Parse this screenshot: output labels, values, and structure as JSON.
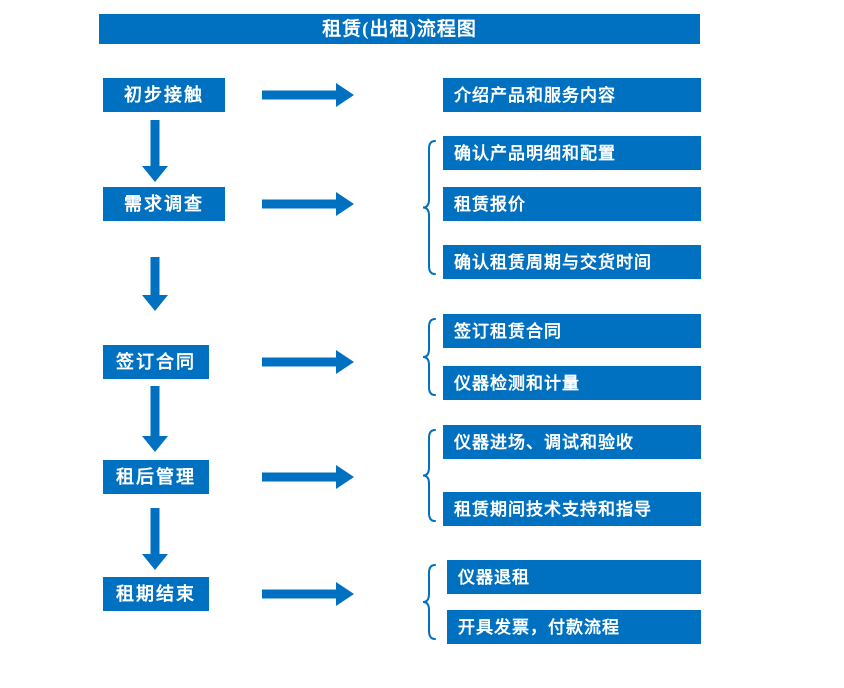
{
  "title": "租赁(出租)流程图",
  "colors": {
    "primary": "#0070C0",
    "box_text": "#ffffff",
    "background": "#ffffff"
  },
  "flow": {
    "steps": [
      {
        "label": "初步接触",
        "outputs": [
          "介绍产品和服务内容"
        ]
      },
      {
        "label": "需求调查",
        "outputs": [
          "确认产品明细和配置",
          "租赁报价",
          "确认租赁周期与交货时间"
        ]
      },
      {
        "label": "签订合同",
        "outputs": [
          "签订租赁合同",
          "仪器检测和计量"
        ]
      },
      {
        "label": "租后管理",
        "outputs": [
          "仪器进场、调试和验收",
          "租赁期间技术支持和指导"
        ]
      },
      {
        "label": "租期结束",
        "outputs": [
          "仪器退租",
          "开具发票，付款流程"
        ]
      }
    ]
  }
}
